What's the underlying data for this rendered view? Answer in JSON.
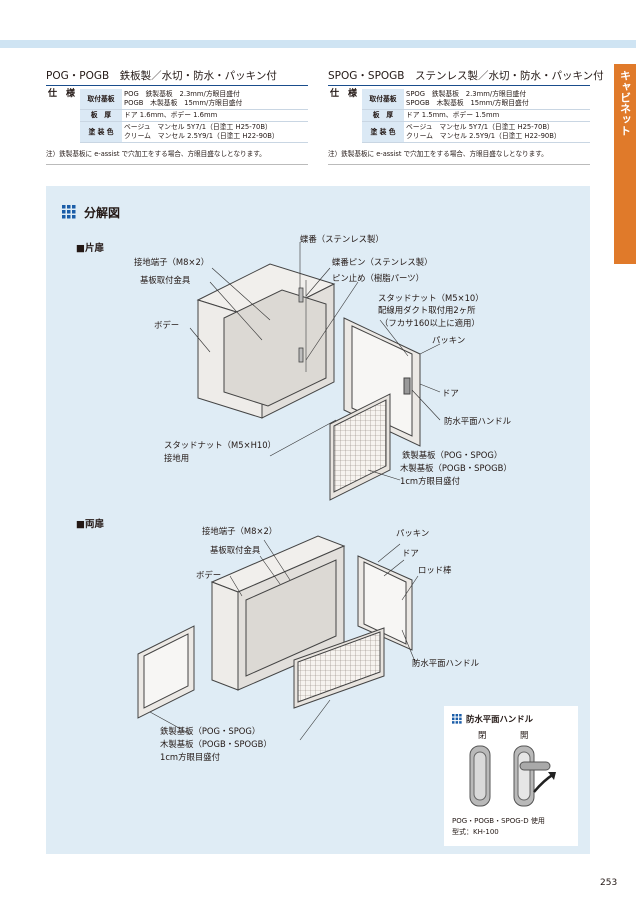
{
  "side_tab": {
    "label": "キャビネット"
  },
  "spec_left": {
    "title": "POG・POGB　鉄板製／水切・防水・パッキン付",
    "head": "仕　様",
    "rows": [
      {
        "label": "取付基板",
        "lines": [
          "POG　鉄製基板　2.3mm/方眼目盛付",
          "POGB　木製基板　15mm/方眼目盛付"
        ]
      },
      {
        "label": "板　厚",
        "lines": [
          "ドア 1.6mm、ボデー 1.6mm"
        ]
      },
      {
        "label": "塗 装 色",
        "lines": [
          "ベージュ　マンセル 5Y7/1（日塗工 H25-70B）",
          "クリーム　マンセル 2.5Y9/1（日塗工 H22-90B）"
        ]
      }
    ],
    "note": "注）鉄製基板に e-assist で穴加工をする場合、方眼目盛なしとなります。"
  },
  "spec_right": {
    "title": "SPOG・SPOGB　ステンレス製／水切・防水・パッキン付",
    "head": "仕　様",
    "rows": [
      {
        "label": "取付基板",
        "lines": [
          "SPOG　鉄製基板　2.3mm/方眼目盛付",
          "SPOGB　木製基板　15mm/方眼目盛付"
        ]
      },
      {
        "label": "板　厚",
        "lines": [
          "ドア 1.5mm、ボデー 1.5mm"
        ]
      },
      {
        "label": "塗 装 色",
        "lines": [
          "ベージュ　マンセル 5Y7/1（日塗工 H25-70B）",
          "クリーム　マンセル 2.5Y9/1（日塗工 H22-90B）"
        ]
      }
    ],
    "note": "注）鉄製基板に e-assist で穴加工をする場合、方眼目盛なしとなります。"
  },
  "exploded": {
    "title": "分解図",
    "single": {
      "heading": "■片扉",
      "labels": {
        "hinge": "蝶番（ステンレス製）",
        "ground_terminal": "接地端子（M8×2）",
        "hinge_pin": "蝶番ピン（ステンレス製）",
        "board_bracket": "基板取付金具",
        "pin_stop": "ピン止め（樹脂パーツ）",
        "stud_nut_1": "スタッドナット（M5×10）",
        "stud_nut_2": "配線用ダクト取付用2ヶ所",
        "stud_nut_3": "（フカサ160以上に適用）",
        "body": "ボデー",
        "packing": "パッキン",
        "door": "ドア",
        "handle": "防水平面ハンドル",
        "stud_ground_1": "スタッドナット（M5×H10）",
        "stud_ground_2": "接地用",
        "board_1": "鉄製基板（POG・SPOG）",
        "board_2": "木製基板（POGB・SPOGB）",
        "board_3": "1cm方眼目盛付"
      }
    },
    "double": {
      "heading": "■両扉",
      "labels": {
        "ground_terminal": "接地端子（M8×2）",
        "packing": "パッキン",
        "board_bracket": "基板取付金具",
        "door": "ドア",
        "body": "ボデー",
        "rod": "ロッド棒",
        "handle": "防水平面ハンドル",
        "board_1": "鉄製基板（POG・SPOG）",
        "board_2": "木製基板（POGB・SPOGB）",
        "board_3": "1cm方眼目盛付"
      }
    },
    "inset": {
      "title": "防水平面ハンドル",
      "closed": "閉",
      "open": "開",
      "caption_1": "POG・POGB・SPOG-D 使用",
      "caption_2": "型式：KH-100"
    }
  },
  "page_number": "253"
}
